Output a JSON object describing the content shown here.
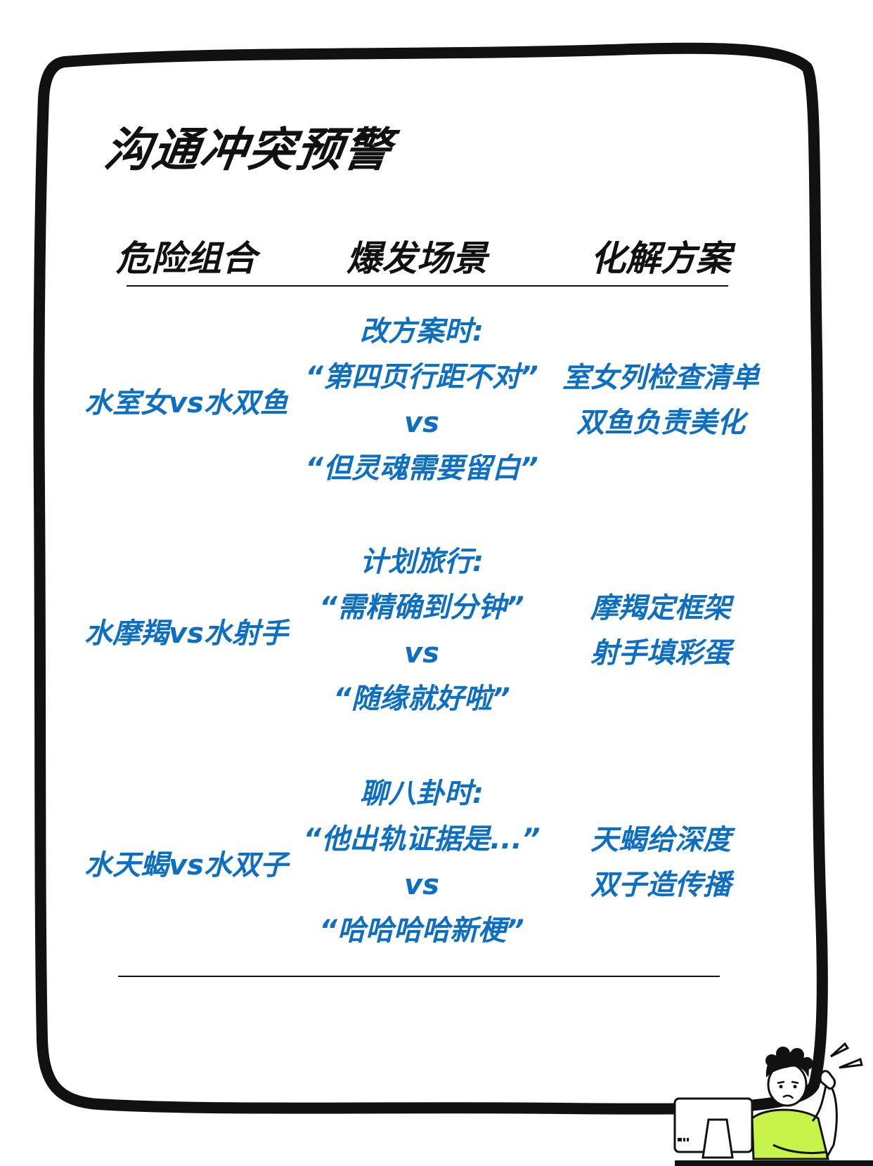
{
  "title": "沟通冲突预警",
  "headers": {
    "danger_combo": "危险组合",
    "trigger_scene": "爆发场景",
    "solution": "化解方案"
  },
  "rows": [
    {
      "combo": "水室女vs水双鱼",
      "scene": [
        "改方案时:",
        "“第四页行距不对”",
        "vs",
        "“但灵魂需要留白”"
      ],
      "solution": [
        "室女列检查清单",
        "双鱼负责美化"
      ]
    },
    {
      "combo": "水摩羯vs水射手",
      "scene": [
        "计划旅行:",
        "“需精确到分钟”",
        "vs",
        "“随缘就好啦”"
      ],
      "solution": [
        "摩羯定框架",
        "射手填彩蛋"
      ]
    },
    {
      "combo": "水天蝎vs水双子",
      "scene": [
        "聊八卦时:",
        "“他出轨证据是...”",
        "vs",
        "“哈哈哈哈新梗”"
      ],
      "solution": [
        "天蝎给深度",
        "双子造传播"
      ]
    }
  ],
  "colors": {
    "accent_blue": "#0d6fc1",
    "frame": "#111111",
    "shirt": "#c6f24a"
  },
  "icons": {
    "illustration": "person-at-computer-illustration"
  }
}
